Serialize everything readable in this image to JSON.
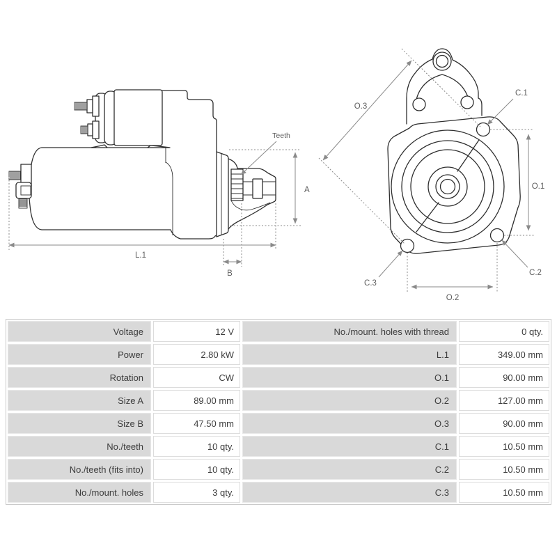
{
  "diagram": {
    "side_view": {
      "labels": {
        "length": "L.1",
        "height": "A",
        "pinion": "B",
        "teeth": "Teeth"
      }
    },
    "front_view": {
      "labels": {
        "o1": "O.1",
        "o2": "O.2",
        "o3": "O.3",
        "c1": "C.1",
        "c2": "C.2",
        "c3": "C.3"
      }
    }
  },
  "specs": {
    "rows": [
      {
        "left_label": "Voltage",
        "left_value": "12 V",
        "right_label": "No./mount. holes with thread",
        "right_value": "0 qty."
      },
      {
        "left_label": "Power",
        "left_value": "2.80 kW",
        "right_label": "L.1",
        "right_value": "349.00 mm"
      },
      {
        "left_label": "Rotation",
        "left_value": "CW",
        "right_label": "O.1",
        "right_value": "90.00 mm"
      },
      {
        "left_label": "Size A",
        "left_value": "89.00 mm",
        "right_label": "O.2",
        "right_value": "127.00 mm"
      },
      {
        "left_label": "Size B",
        "left_value": "47.50 mm",
        "right_label": "O.3",
        "right_value": "90.00 mm"
      },
      {
        "left_label": "No./teeth",
        "left_value": "10 qty.",
        "right_label": "C.1",
        "right_value": "10.50 mm"
      },
      {
        "left_label": "No./teeth (fits into)",
        "left_value": "10 qty.",
        "right_label": "C.2",
        "right_value": "10.50 mm"
      },
      {
        "left_label": "No./mount. holes",
        "left_value": "3 qty.",
        "right_label": "C.3",
        "right_value": "10.50 mm"
      }
    ]
  },
  "colors": {
    "drawing_line": "#2e2e2e",
    "dimension_line": "#8a8a8a",
    "label_text": "#5f5f5f",
    "table_label_bg": "#d9d9d9",
    "table_border": "#c9c9c9",
    "table_text": "#3c3c3c",
    "background": "#ffffff"
  }
}
